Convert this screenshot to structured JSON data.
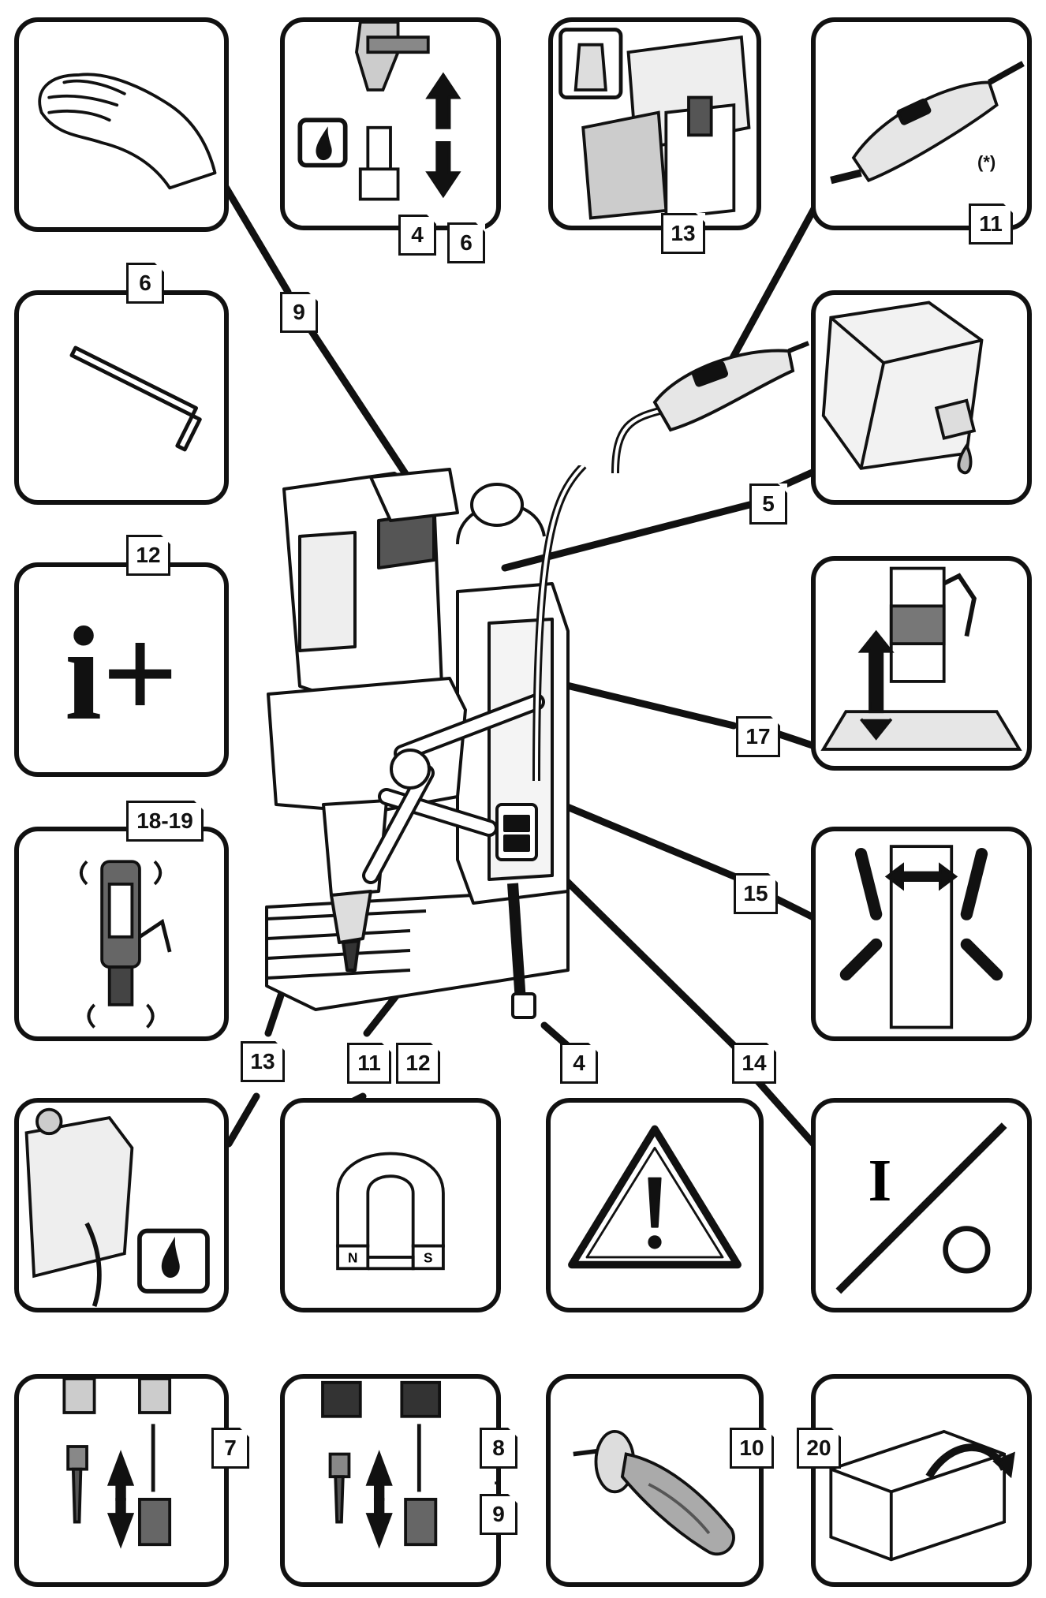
{
  "tags": {
    "t9_top": "9",
    "t4_top": "4",
    "t6_top": "6",
    "t13_top": "13",
    "t11_top": "11",
    "t6_left": "6",
    "t5": "5",
    "t12_left": "12",
    "t17": "17",
    "t1819": "18-19",
    "t15": "15",
    "t13_bottom": "13",
    "t11_bottom": "11",
    "t12_bottom": "12",
    "t4_bottom": "4",
    "t14": "14",
    "t7": "7",
    "t8": "8",
    "t9_bottom": "9",
    "t10": "10",
    "t20": "20"
  },
  "separator": "-",
  "asterisk_note": "(*)",
  "info_symbol": "i+",
  "magnet_poles": {
    "north": "N",
    "south": "S"
  },
  "switch_symbols": {
    "on": "I",
    "off": "O"
  },
  "colors": {
    "line": "#111111",
    "background": "#ffffff",
    "fill_light": "#e8e8e8",
    "fill_dark": "#555555"
  }
}
